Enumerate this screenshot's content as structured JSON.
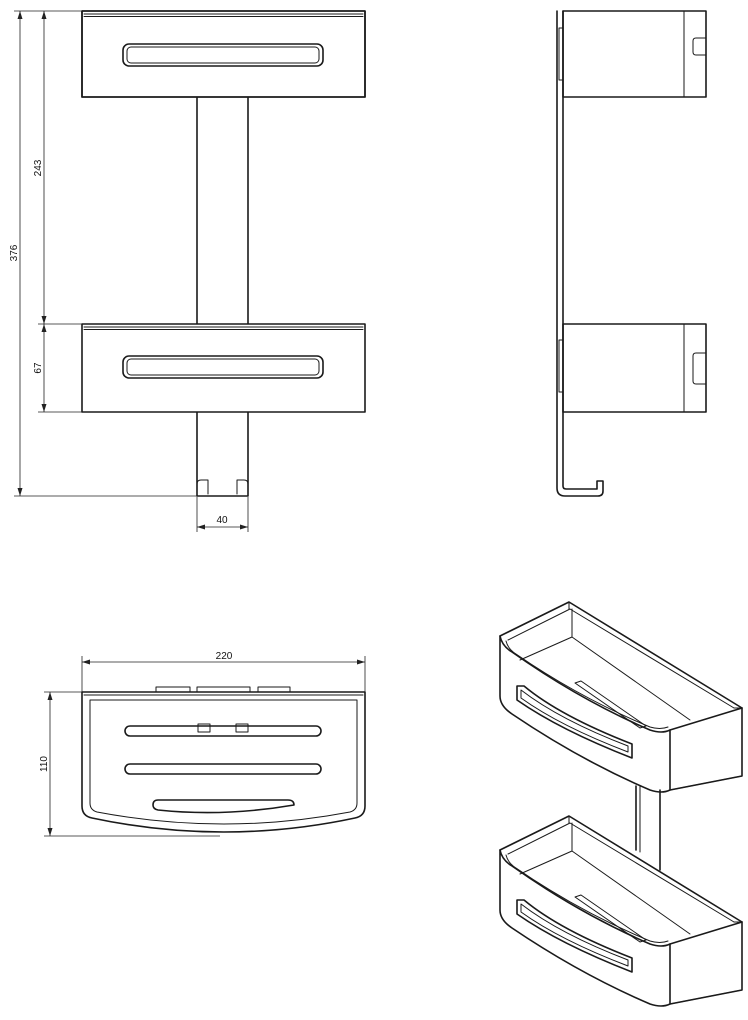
{
  "dimensions": {
    "total_height": "376",
    "shelf_spacing": "243",
    "basket_height": "67",
    "bar_width": "40",
    "basket_width": "220",
    "basket_depth": "110"
  }
}
